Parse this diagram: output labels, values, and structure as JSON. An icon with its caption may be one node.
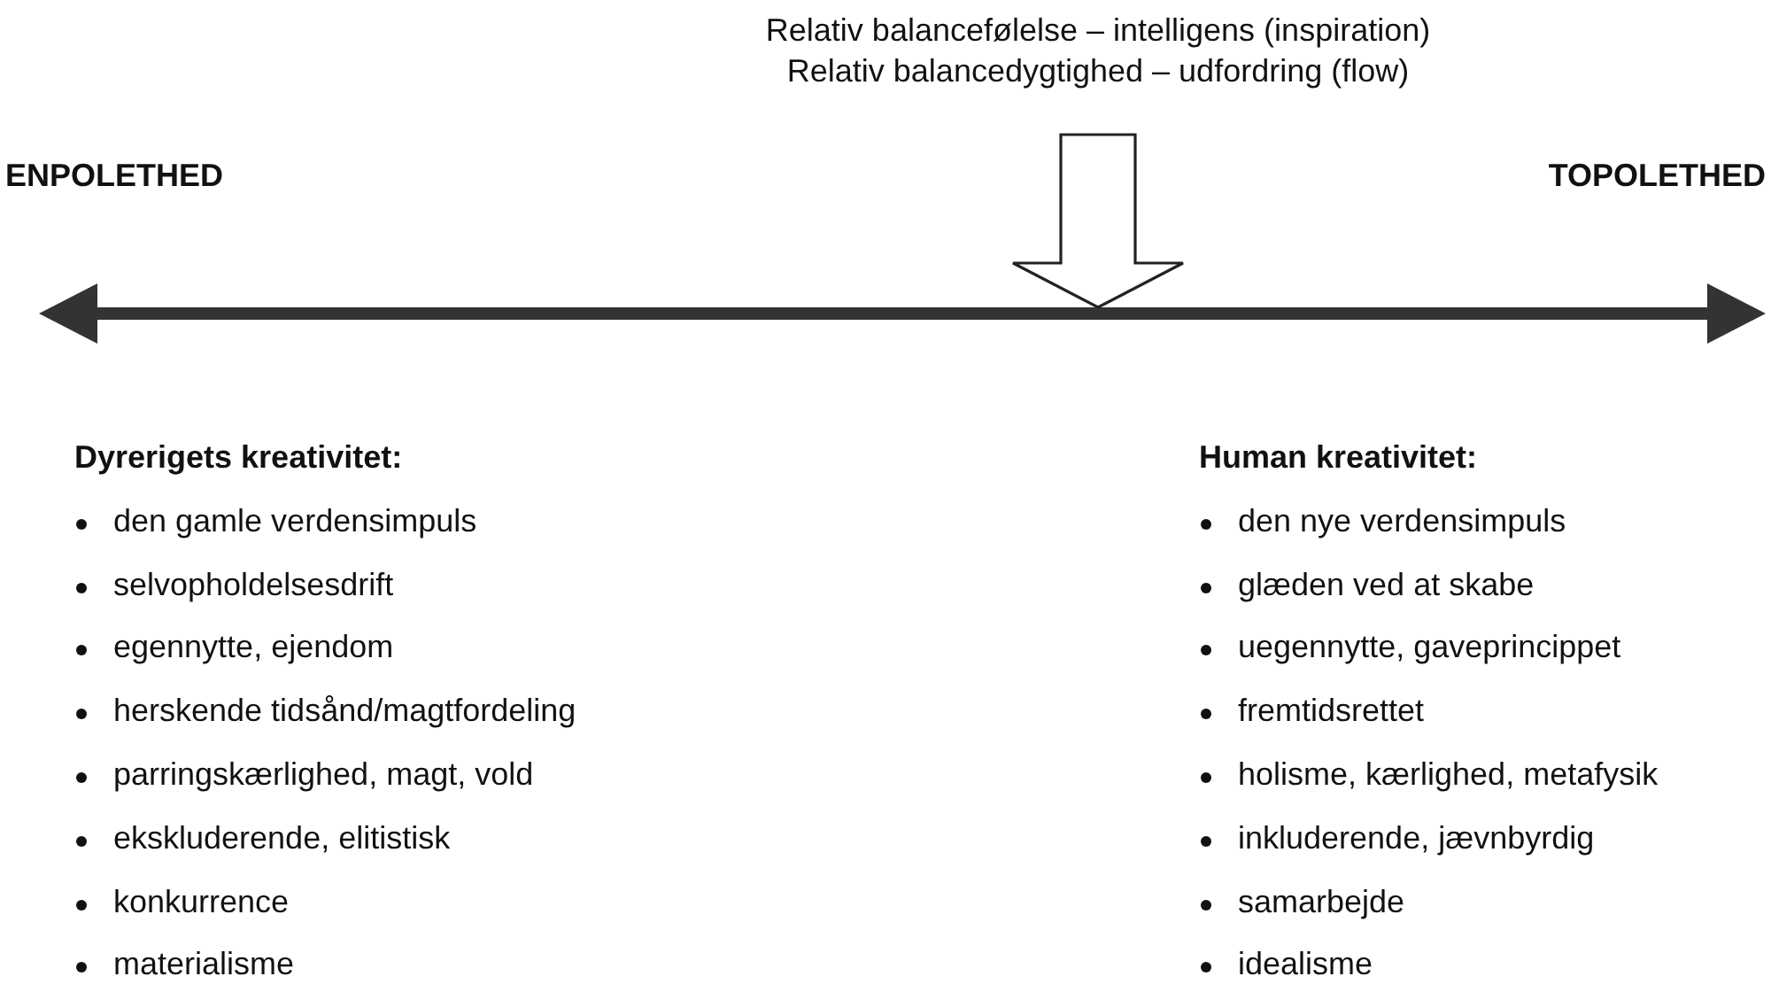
{
  "diagram": {
    "nodes": [
      {
        "text": [
          "Relativ balancefølelse – intelligens (inspiration)",
          "Relativ balancedygtighed – udfordring (flow)"
        ]
      },
      {
        "text": [],
        "shape": "bar"
      }
    ],
    "edges": [
      {
        "from": 0,
        "to": 1,
        "arrow": "to"
      }
    ],
    "labels": [
      "ENPOLETHED",
      "TOPOLETHED",
      "Dyrerigets kreativitet:",
      "den gamle verdensimpuls",
      "selvopholdelsesdrift",
      "egennytte, ejendom",
      "herskende tidsånd/magtfordeling",
      "parringskærlighed, magt, vold",
      "ekskluderende, elitistisk",
      "konkurrence",
      "materialisme",
      "Human kreativitet:",
      "den nye verdensimpuls",
      "glæden ved at skabe",
      "uegennytte, gaveprincippet",
      "fremtidsrettet",
      "holisme, kærlighed, metafysik",
      "inkluderende, jævnbyrdig",
      "samarbejde",
      "idealisme"
    ]
  }
}
